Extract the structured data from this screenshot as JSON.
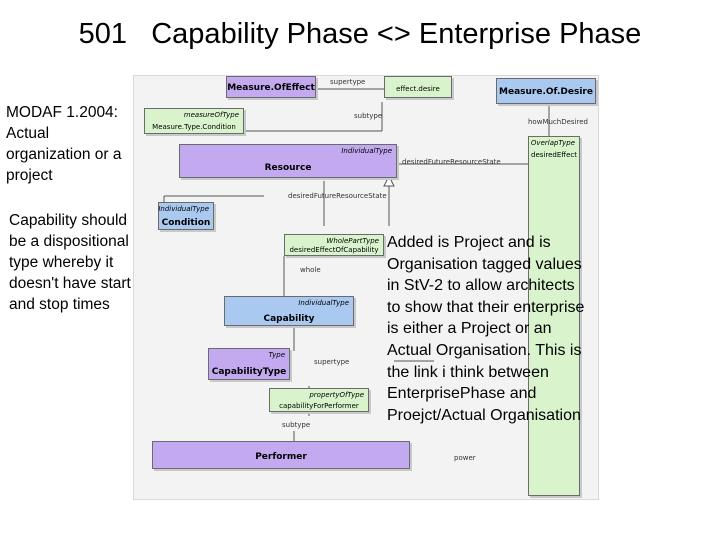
{
  "slide": {
    "number": "501",
    "title": "Capability Phase <> Enterprise Phase"
  },
  "notes": {
    "modaf": "MODAF 1.2004: Actual organization or a project",
    "capability": "Capability should be a dispositional type whereby it doesn't have start and stop times",
    "main": "Added is Project and is Organisation tagged values in StV-2 to allow architects to show that their enterprise is either a Project or an Actual Organisation.  This is the link i think between EnterprisePhase and Proejct/Actual Organisation"
  },
  "diagram": {
    "boxes": {
      "measure_of_effect": "Measure.OfEffect",
      "measure_of_desire": "Measure.Of.Desire",
      "effect_desire": "effect.desire",
      "measure_type_condition": "Measure.Type.Condition",
      "resource": "Resource",
      "resource_stereo": "IndividualType",
      "condition": "Condition",
      "condition_stereo": "IndividualType",
      "desired_effect": "desiredEffectOfCapability",
      "desired_effect_stereo": "WholePartType",
      "capability": "Capability",
      "capability_stereo": "IndividualType",
      "capability_type": "CapabilityType",
      "capability_type_stereo": "Type",
      "capability_for": "capabilityForPerformer",
      "capability_for_stereo": "propertyOfType",
      "performer": "Performer",
      "overlap_stereo": "OverlapType",
      "desired_effect_right": "desiredEffect",
      "measure_of_type_stereo": "measureOfType"
    },
    "labels": {
      "supertype": "supertype",
      "subtype": "subtype",
      "desired_future_resource_state": "desiredFutureResourceState",
      "how_much_desired": "howMuchDesired",
      "whole": "whole",
      "supertype2": "supertype",
      "subtype2": "subtype",
      "power": "power"
    }
  }
}
